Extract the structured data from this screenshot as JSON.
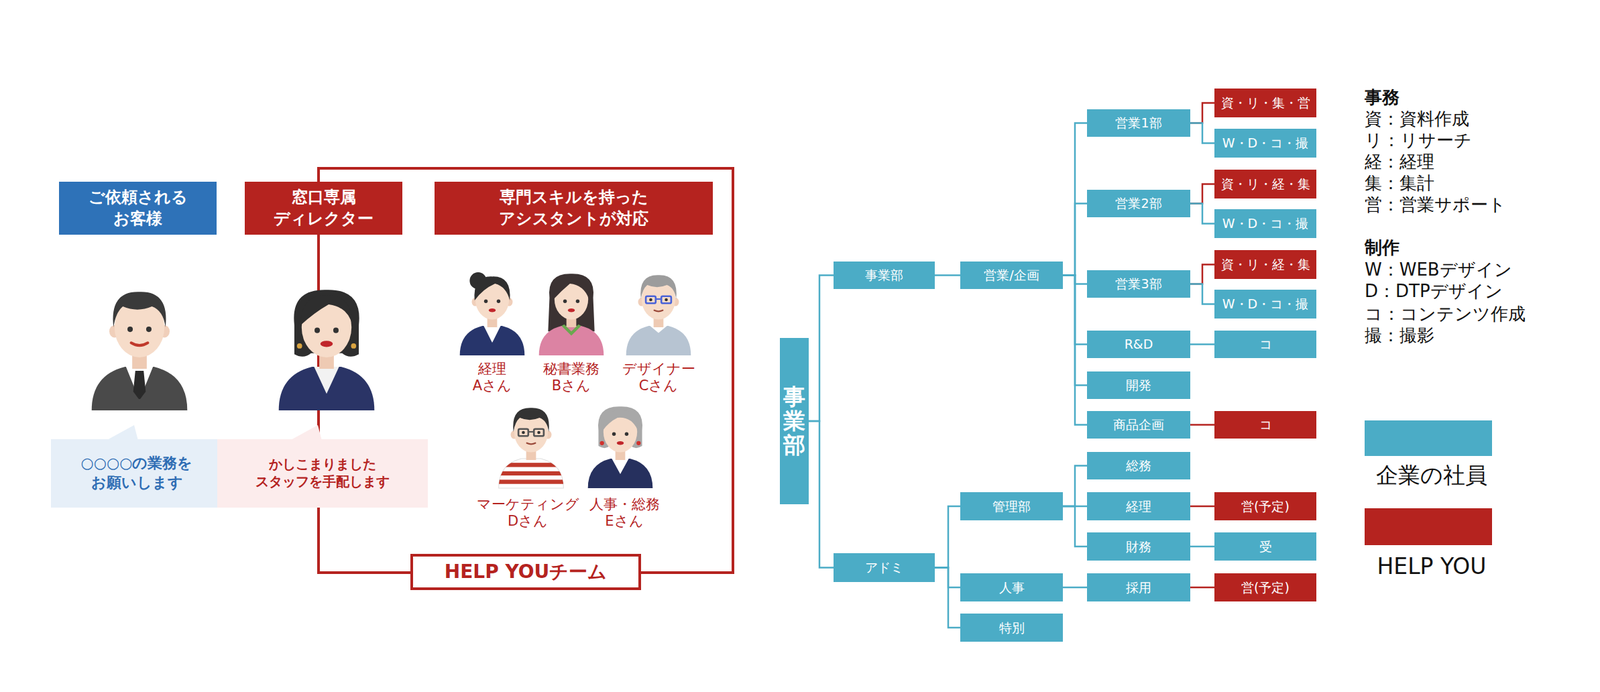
{
  "diagram": {
    "nodes": [
      {
        "text": [
          "ご依頼される お客様"
        ]
      },
      {
        "text": [
          "窓口専属 ディレクター"
        ]
      },
      {
        "text": [
          "専門スキルを持った アシスタントが対応"
        ]
      },
      {
        "text": [
          "○○○○の業務を お願いします"
        ]
      },
      {
        "text": [
          "かしこまりました スタッフを手配します"
        ]
      },
      {
        "text": [
          "HELP YOUチーム"
        ]
      },
      {
        "text": [
          "事業部"
        ]
      },
      {
        "text": [
          "事業部"
        ]
      },
      {
        "text": [
          "営業/企画"
        ]
      },
      {
        "text": [
          "営業1部"
        ]
      },
      {
        "text": [
          "資・リ・集・営"
        ]
      },
      {
        "text": [
          "W・D・コ・撮"
        ]
      },
      {
        "text": [
          "営業2部"
        ]
      },
      {
        "text": [
          "資・リ・経・集"
        ]
      },
      {
        "text": [
          "W・D・コ・撮"
        ]
      },
      {
        "text": [
          "営業3部"
        ]
      },
      {
        "text": [
          "資・リ・経・集"
        ]
      },
      {
        "text": [
          "W・D・コ・撮"
        ]
      },
      {
        "text": [
          "R&D"
        ]
      },
      {
        "text": [
          "コ"
        ]
      },
      {
        "text": [
          "開発"
        ]
      },
      {
        "text": [
          "商品企画"
        ]
      },
      {
        "text": [
          "コ"
        ]
      },
      {
        "text": [
          "アドミ"
        ]
      },
      {
        "text": [
          "管理部"
        ]
      },
      {
        "text": [
          "総務"
        ]
      },
      {
        "text": [
          "経理"
        ]
      },
      {
        "text": [
          "営(予定)"
        ]
      },
      {
        "text": [
          "財務"
        ]
      },
      {
        "text": [
          "受"
        ]
      },
      {
        "text": [
          "人事"
        ]
      },
      {
        "text": [
          "採用"
        ]
      },
      {
        "text": [
          "営(予定)"
        ]
      },
      {
        "text": [
          "特別"
        ]
      }
    ],
    "edges": [
      {
        "from": 6,
        "to": 7,
        "arrow": "none"
      },
      {
        "from": 6,
        "to": 23,
        "arrow": "none"
      },
      {
        "from": 7,
        "to": 8,
        "arrow": "none"
      },
      {
        "from": 8,
        "to": 9,
        "arrow": "none"
      },
      {
        "from": 8,
        "to": 12,
        "arrow": "none"
      },
      {
        "from": 8,
        "to": 15,
        "arrow": "none"
      },
      {
        "from": 8,
        "to": 18,
        "arrow": "none"
      },
      {
        "from": 8,
        "to": 20,
        "arrow": "none"
      },
      {
        "from": 8,
        "to": 21,
        "arrow": "none"
      },
      {
        "from": 9,
        "to": 10,
        "arrow": "none"
      },
      {
        "from": 9,
        "to": 11,
        "arrow": "none"
      },
      {
        "from": 12,
        "to": 13,
        "arrow": "none"
      },
      {
        "from": 12,
        "to": 14,
        "arrow": "none"
      },
      {
        "from": 15,
        "to": 16,
        "arrow": "none"
      },
      {
        "from": 15,
        "to": 17,
        "arrow": "none"
      },
      {
        "from": 18,
        "to": 19,
        "arrow": "none"
      },
      {
        "from": 21,
        "to": 22,
        "arrow": "none"
      },
      {
        "from": 23,
        "to": 24,
        "arrow": "none"
      },
      {
        "from": 23,
        "to": 30,
        "arrow": "none"
      },
      {
        "from": 23,
        "to": 33,
        "arrow": "none"
      },
      {
        "from": 24,
        "to": 25,
        "arrow": "none"
      },
      {
        "from": 24,
        "to": 26,
        "arrow": "none"
      },
      {
        "from": 24,
        "to": 28,
        "arrow": "none"
      },
      {
        "from": 26,
        "to": 27,
        "arrow": "none"
      },
      {
        "from": 28,
        "to": 29,
        "arrow": "none"
      },
      {
        "from": 30,
        "to": 31,
        "arrow": "none"
      },
      {
        "from": 31,
        "to": 32,
        "arrow": "none"
      }
    ],
    "labels": [
      "経理 Aさん",
      "秘書業務 Bさん",
      "デザイナー Cさん",
      "マーケティング Dさん",
      "人事・総務 Eさん",
      "事務",
      "資：資料作成",
      "リ：リサーチ",
      "経：経理",
      "集：集計",
      "営：営業サポート",
      "制作",
      "W：WEBデザイン",
      "D：DTPデザイン",
      "コ：コンテンツ作成",
      "撮：撮影"
    ],
    "legend": [
      {
        "text": "企業の社員",
        "color": "#4bacc6"
      },
      {
        "text": "HELP YOU",
        "color": "#b5231f"
      }
    ]
  }
}
